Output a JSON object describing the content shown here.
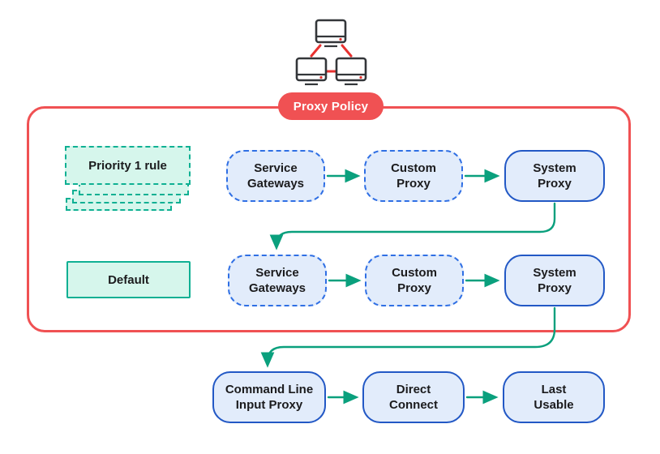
{
  "title": "Proxy Policy flow diagram",
  "colors": {
    "red": "#f05153",
    "red_line": "#e8312f",
    "dark": "#333639",
    "teal": "#0fb093",
    "teal_fill": "#d6f6ec",
    "blue_solid": "#2258c5",
    "blue_dash": "#2f6fe4",
    "blue_fill": "#e2ecfb",
    "arrow": "#0aa07d",
    "text": "#1b1b1d"
  },
  "header": {
    "policy_label": "Proxy Policy",
    "network_icon": "three-computers-network-icon"
  },
  "rules": {
    "priority_rule_label": "Priority 1 rule",
    "default_rule_label": "Default"
  },
  "flow1": {
    "service_gateways": "Service\nGateways",
    "custom_proxy": "Custom\nProxy",
    "system_proxy": "System\nProxy"
  },
  "flow2": {
    "service_gateways": "Service\nGateways",
    "custom_proxy": "Custom\nProxy",
    "system_proxy": "System\nProxy"
  },
  "flow3": {
    "command_line_input_proxy": "Command Line\nInput Proxy",
    "direct_connect": "Direct\nConnect",
    "last_usable": "Last\nUsable"
  }
}
